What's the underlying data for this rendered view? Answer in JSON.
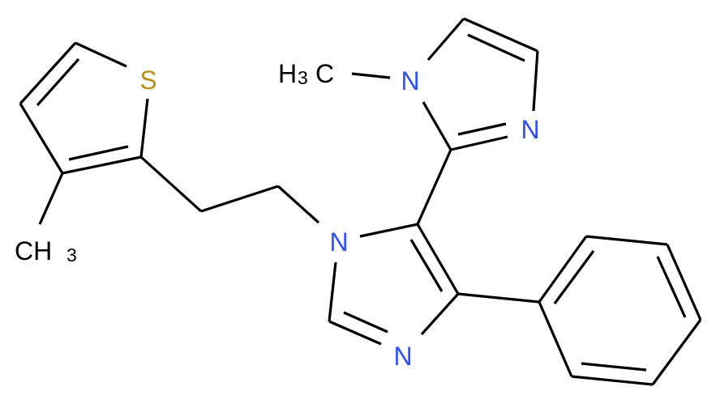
{
  "diagram": {
    "type": "chemical-structure",
    "molecule": "1-methyl-2-[1-[2-(3-methylthiophen-2-yl)ethyl]-4-phenylimidazol-5-yl]imidazole",
    "colors": {
      "bond": "#000000",
      "nitrogen": "#3050F8",
      "sulfur": "#B8911A",
      "carbon_label": "#000000",
      "background": "#ffffff"
    },
    "atoms": {
      "sulfur": {
        "symbol": "S"
      },
      "thiophene_methyl": {
        "main": "CH",
        "sub": "3"
      },
      "n_methyl": {
        "prefix": "H",
        "sub": "3",
        "main": "C"
      },
      "n1_methylimidazole": {
        "symbol": "N"
      },
      "n3_methylimidazole": {
        "symbol": "N"
      },
      "n1_imidazole": {
        "symbol": "N"
      },
      "n3_imidazole": {
        "symbol": "N"
      }
    }
  }
}
